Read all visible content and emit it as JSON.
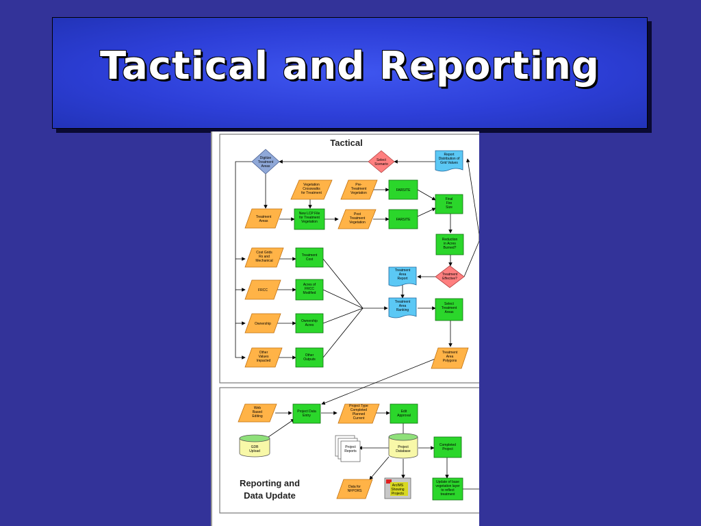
{
  "slide": {
    "title": "Tactical and Reporting"
  },
  "colors": {
    "background": "#333399",
    "title_box": "#2d3fd8",
    "process_green": "#2bd62b",
    "io_orange": "#ffb347",
    "decision_red": "#ff7f7f",
    "decision_blue": "#8fa8d8",
    "document_blue": "#5bc8f5"
  },
  "diagram": {
    "tactical": {
      "header": "Tactical",
      "nodes": {
        "digitize": "Digitize Treatment Areas",
        "select_scenario": "Select Scenario",
        "report_dist": "Report Distribution of Grid Values",
        "veg_cross": "Vegetation Crosswalks for Treatment",
        "pre_treat": "Pre-Treatment Vegetation",
        "farsite1": "FARSITE",
        "final_fire": "Final Fire Size",
        "treat_areas": "Treatment Areas",
        "new_lcp": "New LCP File for Treatment Vegetation",
        "post_treat": "Post Treatment Vegetation",
        "farsite2": "FARSITE",
        "reduction": "Reduction in Acres Burned?",
        "cost_grids": "Cost Grids Rx and Mechanical",
        "treat_cost": "Treatment Cost",
        "area_report": "Treatment Area Report",
        "treat_eff": "Treatment Effective?",
        "frcc": "FRCC",
        "acres_frcc": "Acres of FRCC Modified",
        "area_rank": "Treatment Area Ranking",
        "select_areas": "Select Treatment Areas",
        "ownership": "Ownership",
        "own_acres": "Ownership Acres",
        "other_values": "Other Values Impacted",
        "other_outputs": "Other Outputs",
        "polygons": "Treatment Area Polygons"
      }
    },
    "reporting": {
      "header": "Reporting and Data Update",
      "nodes": {
        "web_edit": "Web Based Editing",
        "proj_entry": "Project Data Entry",
        "proj_type": "Project Type Completed Planned Current",
        "edit_approval": "Edit Approval",
        "gdb_upload": "GDB Upload",
        "proj_reports": "Project Reports",
        "proj_db": "Project Database",
        "completed": "Completed Project",
        "nfporس": "",
        "nfpors": "Data for NFPORS",
        "arcims": "ArcIMS Showing Projects",
        "update_veg": "Update of base vegetation layer to reflect treatment"
      }
    }
  }
}
